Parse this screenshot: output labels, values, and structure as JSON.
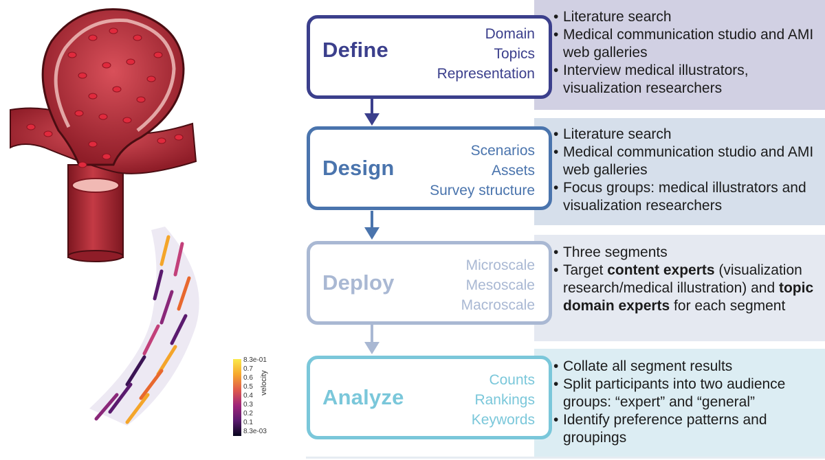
{
  "colors": {
    "define": "#3b3f8c",
    "design": "#4a74ad",
    "deploy": "#a9b8d3",
    "analyze": "#7ac7da",
    "define_bg": "#d1d0e3",
    "design_bg": "#d6dfeb",
    "deploy_bg": "#e5e9f1",
    "analyze_bg": "#dcedf3",
    "vessel": "#b52e3a",
    "blood_cell": "#d9273a"
  },
  "stages": [
    {
      "title": "Define",
      "subitems": [
        "Domain",
        "Topics",
        "Representation"
      ],
      "bullets": [
        "Literature search",
        "Medical communication studio and AMI web galleries",
        "Interview medical illustrators, visualization researchers"
      ]
    },
    {
      "title": "Design",
      "subitems": [
        "Scenarios",
        "Assets",
        "Survey structure"
      ],
      "bullets": [
        "Literature search",
        "Medical communication studio and AMI web galleries",
        "Focus groups: medical illustrators and visualization researchers"
      ]
    },
    {
      "title": "Deploy",
      "subitems": [
        "Microscale",
        "Mesoscale",
        "Macroscale"
      ],
      "bullets": [
        "Three segments",
        "Target ",
        "content experts",
        " (visualization research/medical illustration) and ",
        "topic domain experts",
        " for each segment"
      ]
    },
    {
      "title": "Analyze",
      "subitems": [
        "Counts",
        "Rankings",
        "Keywords"
      ],
      "bullets": [
        "Collate all segment results",
        "Split participants into two audience groups: “expert” and “general”",
        "Identify preference patterns and groupings"
      ]
    }
  ],
  "colorbar": {
    "label": "velocity",
    "ticks": [
      "8.3e-01",
      "0.7",
      "0.6",
      "0.5",
      "0.4",
      "0.3",
      "0.2",
      "0.1",
      "8.3e-03"
    ]
  },
  "icons": {
    "illustration": "aneurysm-illustration",
    "flow": "velocity-vector-field"
  }
}
